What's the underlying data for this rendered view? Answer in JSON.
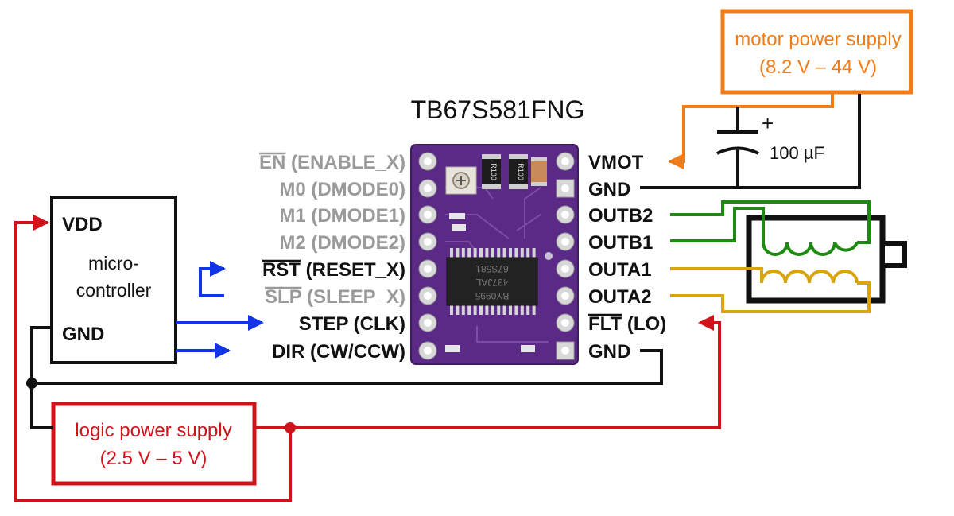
{
  "title": "TB67S581FNG",
  "colors": {
    "motor_supply": "#f07d1a",
    "logic_supply": "#d0121b",
    "signal": "#1134e6",
    "outb": "#1f8a12",
    "outa": "#d8a60c",
    "board": "#5b2a86",
    "inactive_pin": "#9a9a9a"
  },
  "motor_supply": {
    "line1": "motor power supply",
    "line2": "(8.2 V – 44 V)"
  },
  "logic_supply": {
    "line1": "logic power supply",
    "line2": "(2.5 V – 5 V)"
  },
  "microcontroller": {
    "vdd": "VDD",
    "gnd": "GND",
    "name_line1": "micro-",
    "name_line2": "controller"
  },
  "capacitor": {
    "value": "100 µF",
    "polarity": "+"
  },
  "left_pins": [
    {
      "bar": "EN",
      "rest": " (ENABLE_X)",
      "active": false
    },
    {
      "bar": "",
      "rest": "M0 (DMODE0)",
      "active": false
    },
    {
      "bar": "",
      "rest": "M1 (DMODE1)",
      "active": false
    },
    {
      "bar": "",
      "rest": "M2 (DMODE2)",
      "active": false
    },
    {
      "bar": "RST",
      "rest": " (RESET_X)",
      "active": true
    },
    {
      "bar": "SLP",
      "rest": " (SLEEP_X)",
      "active": false
    },
    {
      "bar": "",
      "rest": "STEP (CLK)",
      "active": true
    },
    {
      "bar": "",
      "rest": "DIR (CW/CCW)",
      "active": true
    }
  ],
  "right_pins": [
    {
      "bar": "",
      "rest": "VMOT"
    },
    {
      "bar": "",
      "rest": "GND"
    },
    {
      "bar": "",
      "rest": "OUTB2"
    },
    {
      "bar": "",
      "rest": "OUTB1"
    },
    {
      "bar": "",
      "rest": "OUTA1"
    },
    {
      "bar": "",
      "rest": "OUTA2"
    },
    {
      "bar": "FLT",
      "rest": " (LO)"
    },
    {
      "bar": "",
      "rest": "GND"
    }
  ],
  "chip_marking": {
    "line1": "BY0995",
    "line2": "437JAL",
    "line3": "67S581"
  },
  "resistor_marking": "R100"
}
